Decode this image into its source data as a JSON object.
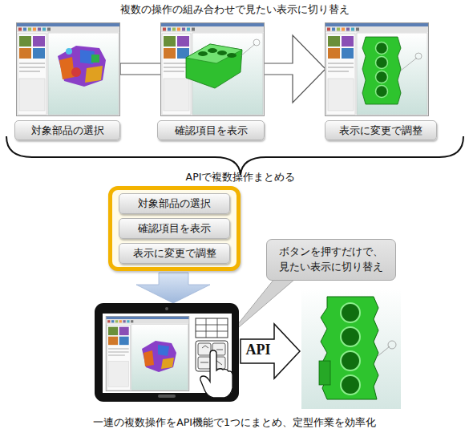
{
  "diagram": {
    "title": "複数の操作の組み合わせで見たい表示に切り替え",
    "caption": "一連の複数操作をAPI機能で1つにまとめ、定型作業を効率化",
    "nodes": [
      {
        "text": [
          "対象部品の選択"
        ]
      },
      {
        "text": [
          "確認項目を表示"
        ]
      },
      {
        "text": [
          "表示に変更で調整"
        ]
      },
      {
        "text": [
          "APIで複数操作まとめる"
        ]
      },
      {
        "text": [
          "対象部品の選択"
        ],
        "in": 3
      },
      {
        "text": [
          "確認項目を表示"
        ],
        "in": 3
      },
      {
        "text": [
          "表示に変更で調整"
        ],
        "in": 3
      },
      {
        "text": [
          "ボタンを押すだけで、 見たい表示に切り替え"
        ]
      }
    ],
    "labels": [
      "API"
    ]
  }
}
